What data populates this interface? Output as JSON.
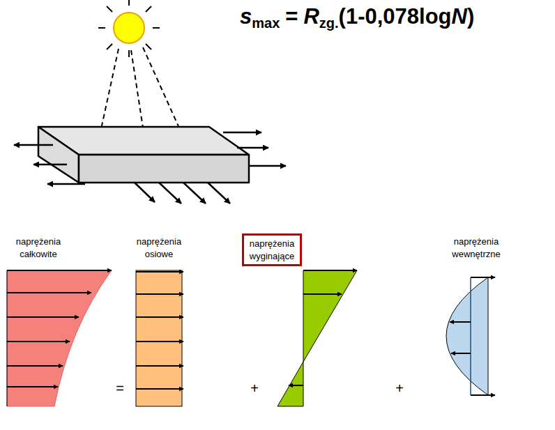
{
  "diagram": {
    "nodes": [
      {
        "text": [
          "naprężenia wyginające"
        ]
      }
    ],
    "labels": [
      "s",
      "max",
      "=",
      "R",
      "zg.",
      "(1-0,078log",
      "N",
      ")",
      "naprężenia całkowite",
      "naprężenia osiowe",
      "naprężenia wewnętrzne",
      "=",
      "+",
      "+"
    ]
  }
}
